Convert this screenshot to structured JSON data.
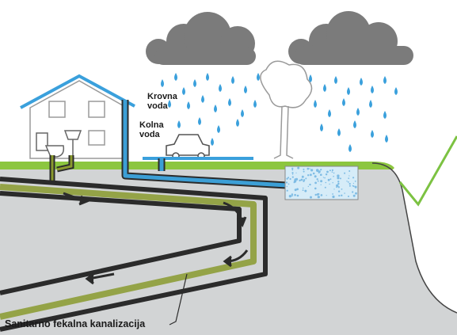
{
  "labels": {
    "roof_water": [
      "Krovna",
      "voda"
    ],
    "driveway_water": [
      "Kolna",
      "voda"
    ],
    "sewer": "Sanitarno fekalna kanalizacija"
  },
  "colors": {
    "stormwater": "#3c9fd6",
    "sewage": "#8a9a2e",
    "pipe_outline": "#2b2b2b",
    "ground": "#d2d4d5",
    "grass": "#8cc63f",
    "cloud": "#7b7b7b",
    "rain": "#3aa0dc",
    "check": "#7cc242"
  },
  "icons": [
    "cloud-icon",
    "raindrop-icon",
    "house-icon",
    "toilet-icon",
    "sink-icon",
    "car-icon",
    "tree-icon",
    "check-mark-icon",
    "flow-arrow-icon"
  ]
}
